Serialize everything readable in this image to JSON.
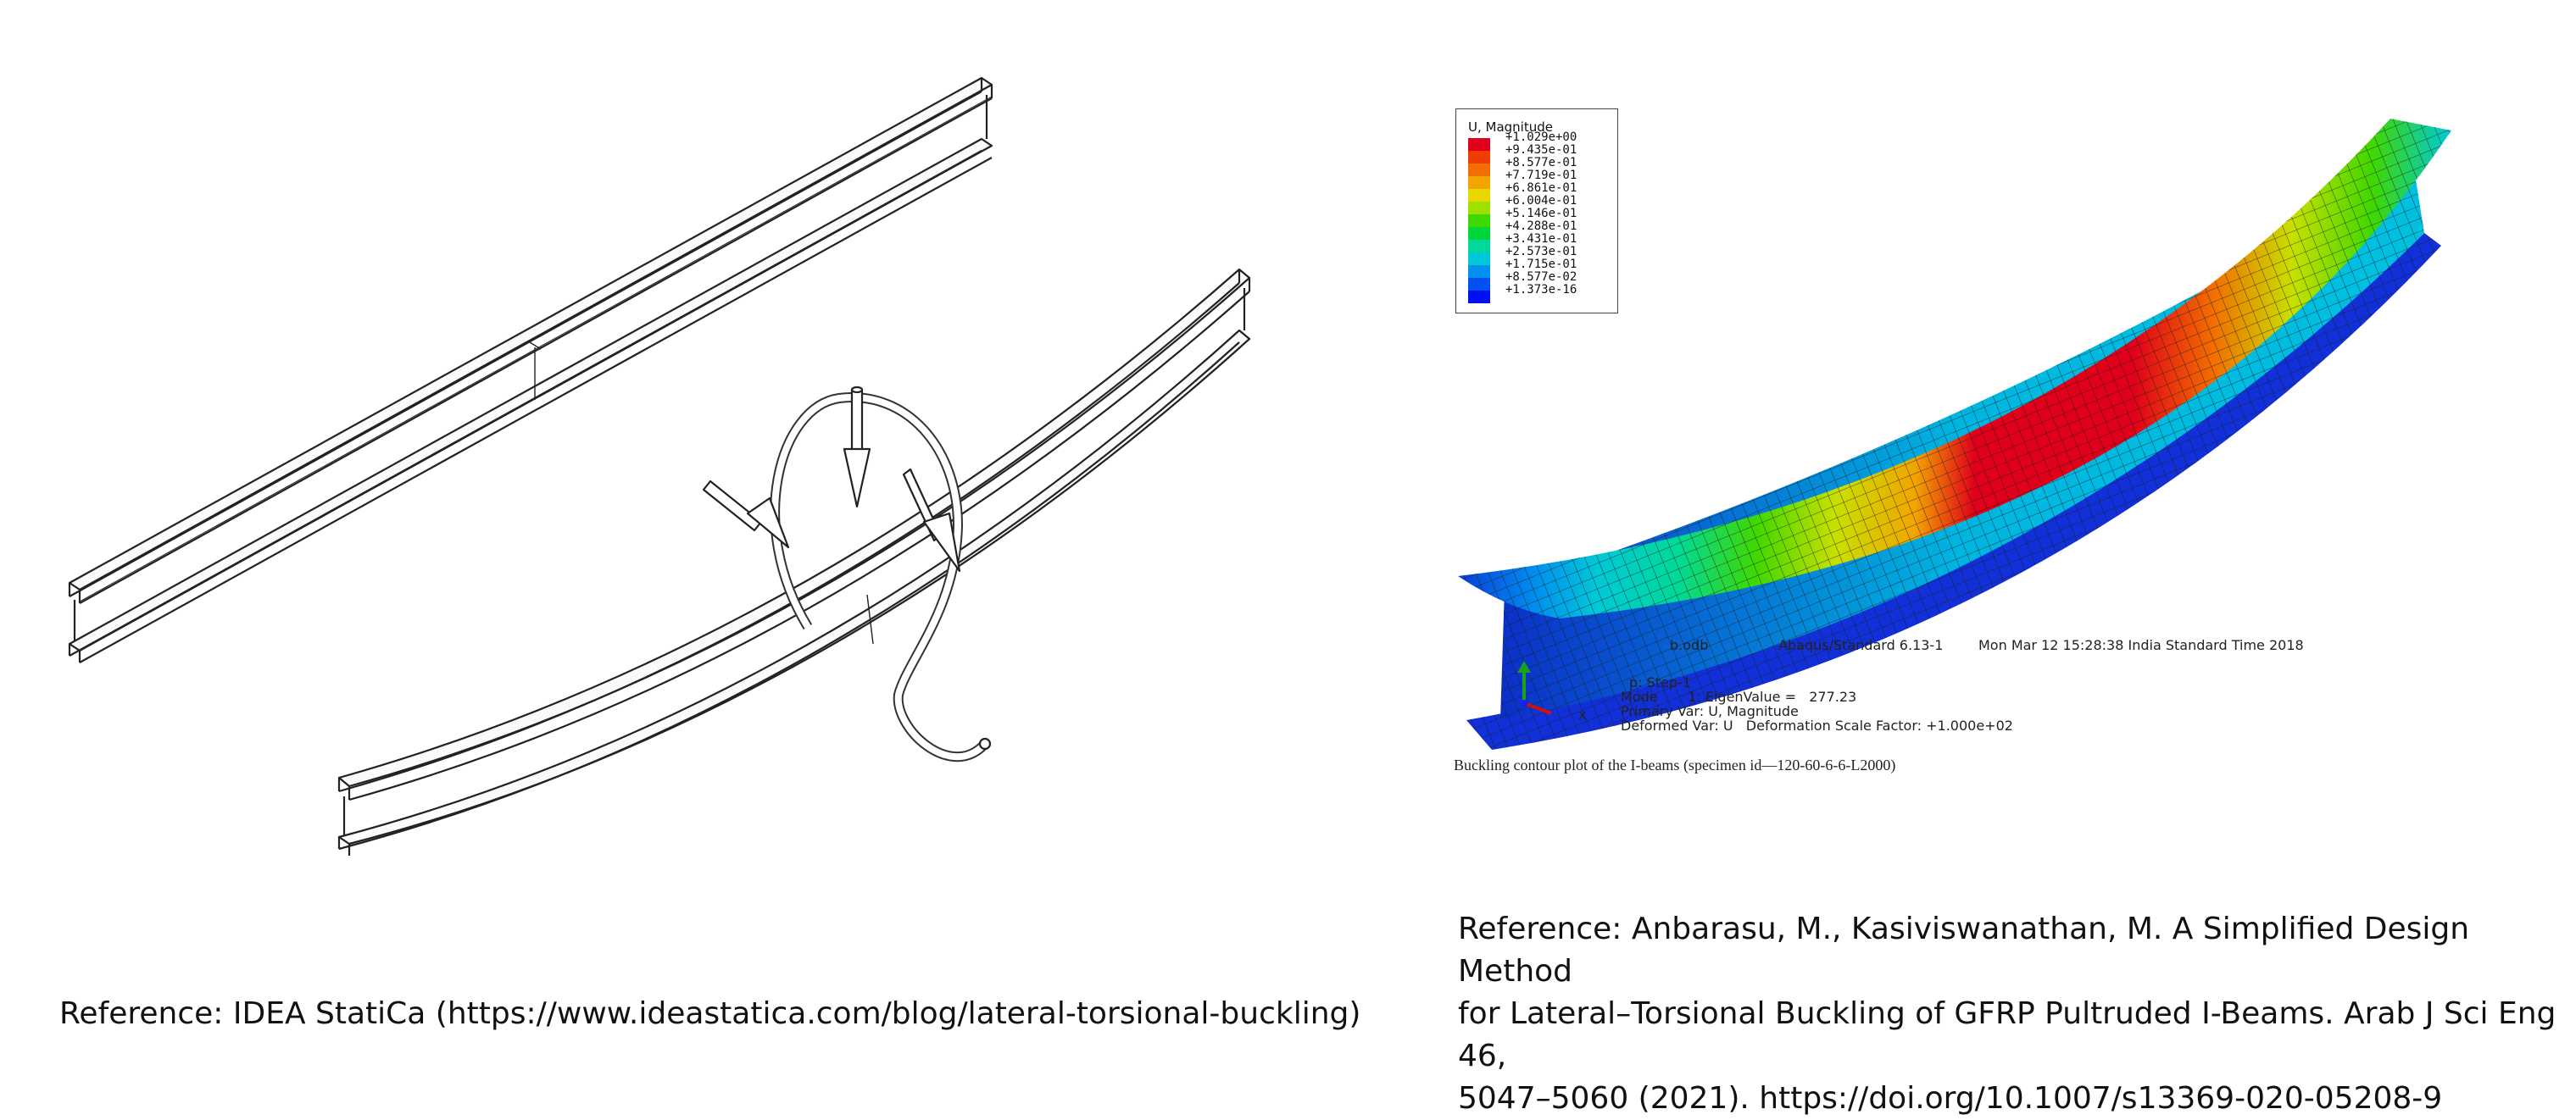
{
  "left_reference": "Reference: IDEA StatiCa (https://www.ideastatica.com/blog/lateral-torsional-buckling)",
  "right_reference": {
    "lines": [
      "Reference: Anbarasu, M., Kasiviswanathan, M. A Simplified Design Method",
      "for Lateral–Torsional Buckling of GFRP Pultruded I-Beams. Arab J Sci Eng 46,",
      "5047–5060 (2021). https://doi.org/10.1007/s13369-020-05208-9"
    ]
  },
  "contour_caption": "Buckling contour plot of the I-beams (specimen id—120-60-6-6-L2000)",
  "legend": {
    "title": "U, Magnitude",
    "labels": [
      "+1.029e+00",
      "+9.435e-01",
      "+8.577e-01",
      "+7.719e-01",
      "+6.861e-01",
      "+6.004e-01",
      "+5.146e-01",
      "+4.288e-01",
      "+3.431e-01",
      "+2.573e-01",
      "+1.715e-01",
      "+8.577e-02",
      "+1.373e-16"
    ],
    "colors": [
      "#e0001a",
      "#ef3d00",
      "#f26e00",
      "#f2a500",
      "#e8d800",
      "#9ee000",
      "#3fd800",
      "#00d63a",
      "#00d99a",
      "#00c8d8",
      "#0090ef",
      "#0050f2",
      "#0010f0"
    ]
  },
  "abaqus": {
    "odb": "b.odb",
    "solver": "Abaqus/Standard 6.13-1",
    "timestamp": "Mon Mar 12 15:28:38 India Standard Time 2018",
    "step": "p: Step-1",
    "mode": "Mode       1: EigenValue =   277.23",
    "primary_var": "Primary Var: U, Magnitude",
    "deformed_var": "Deformed Var: U   Deformation Scale Factor: +1.000e+02",
    "axis_x": "x"
  }
}
